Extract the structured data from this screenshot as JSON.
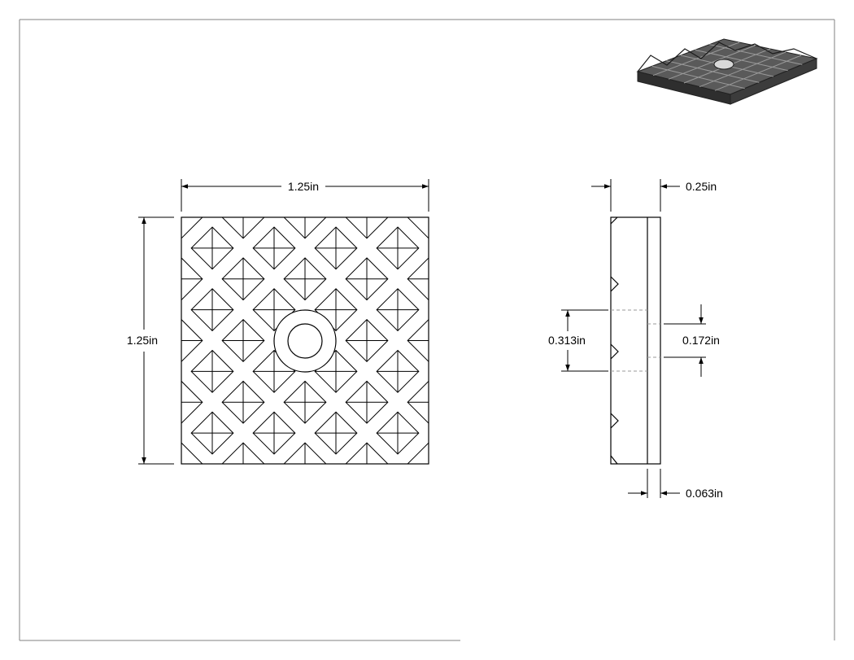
{
  "drawing": {
    "dimensions": {
      "top_width": "1.25in",
      "front_height": "1.25in",
      "side_thickness": "0.25in",
      "bore_outer": "0.313in",
      "bore_inner": "0.172in",
      "base_layer": "0.063in"
    },
    "colors": {
      "line": "#000000",
      "sheet_border": "#808080",
      "render_dark": "#3a3a3a",
      "render_light": "#8a8a8a"
    },
    "pattern": {
      "columns": 4,
      "rows": 4
    }
  }
}
